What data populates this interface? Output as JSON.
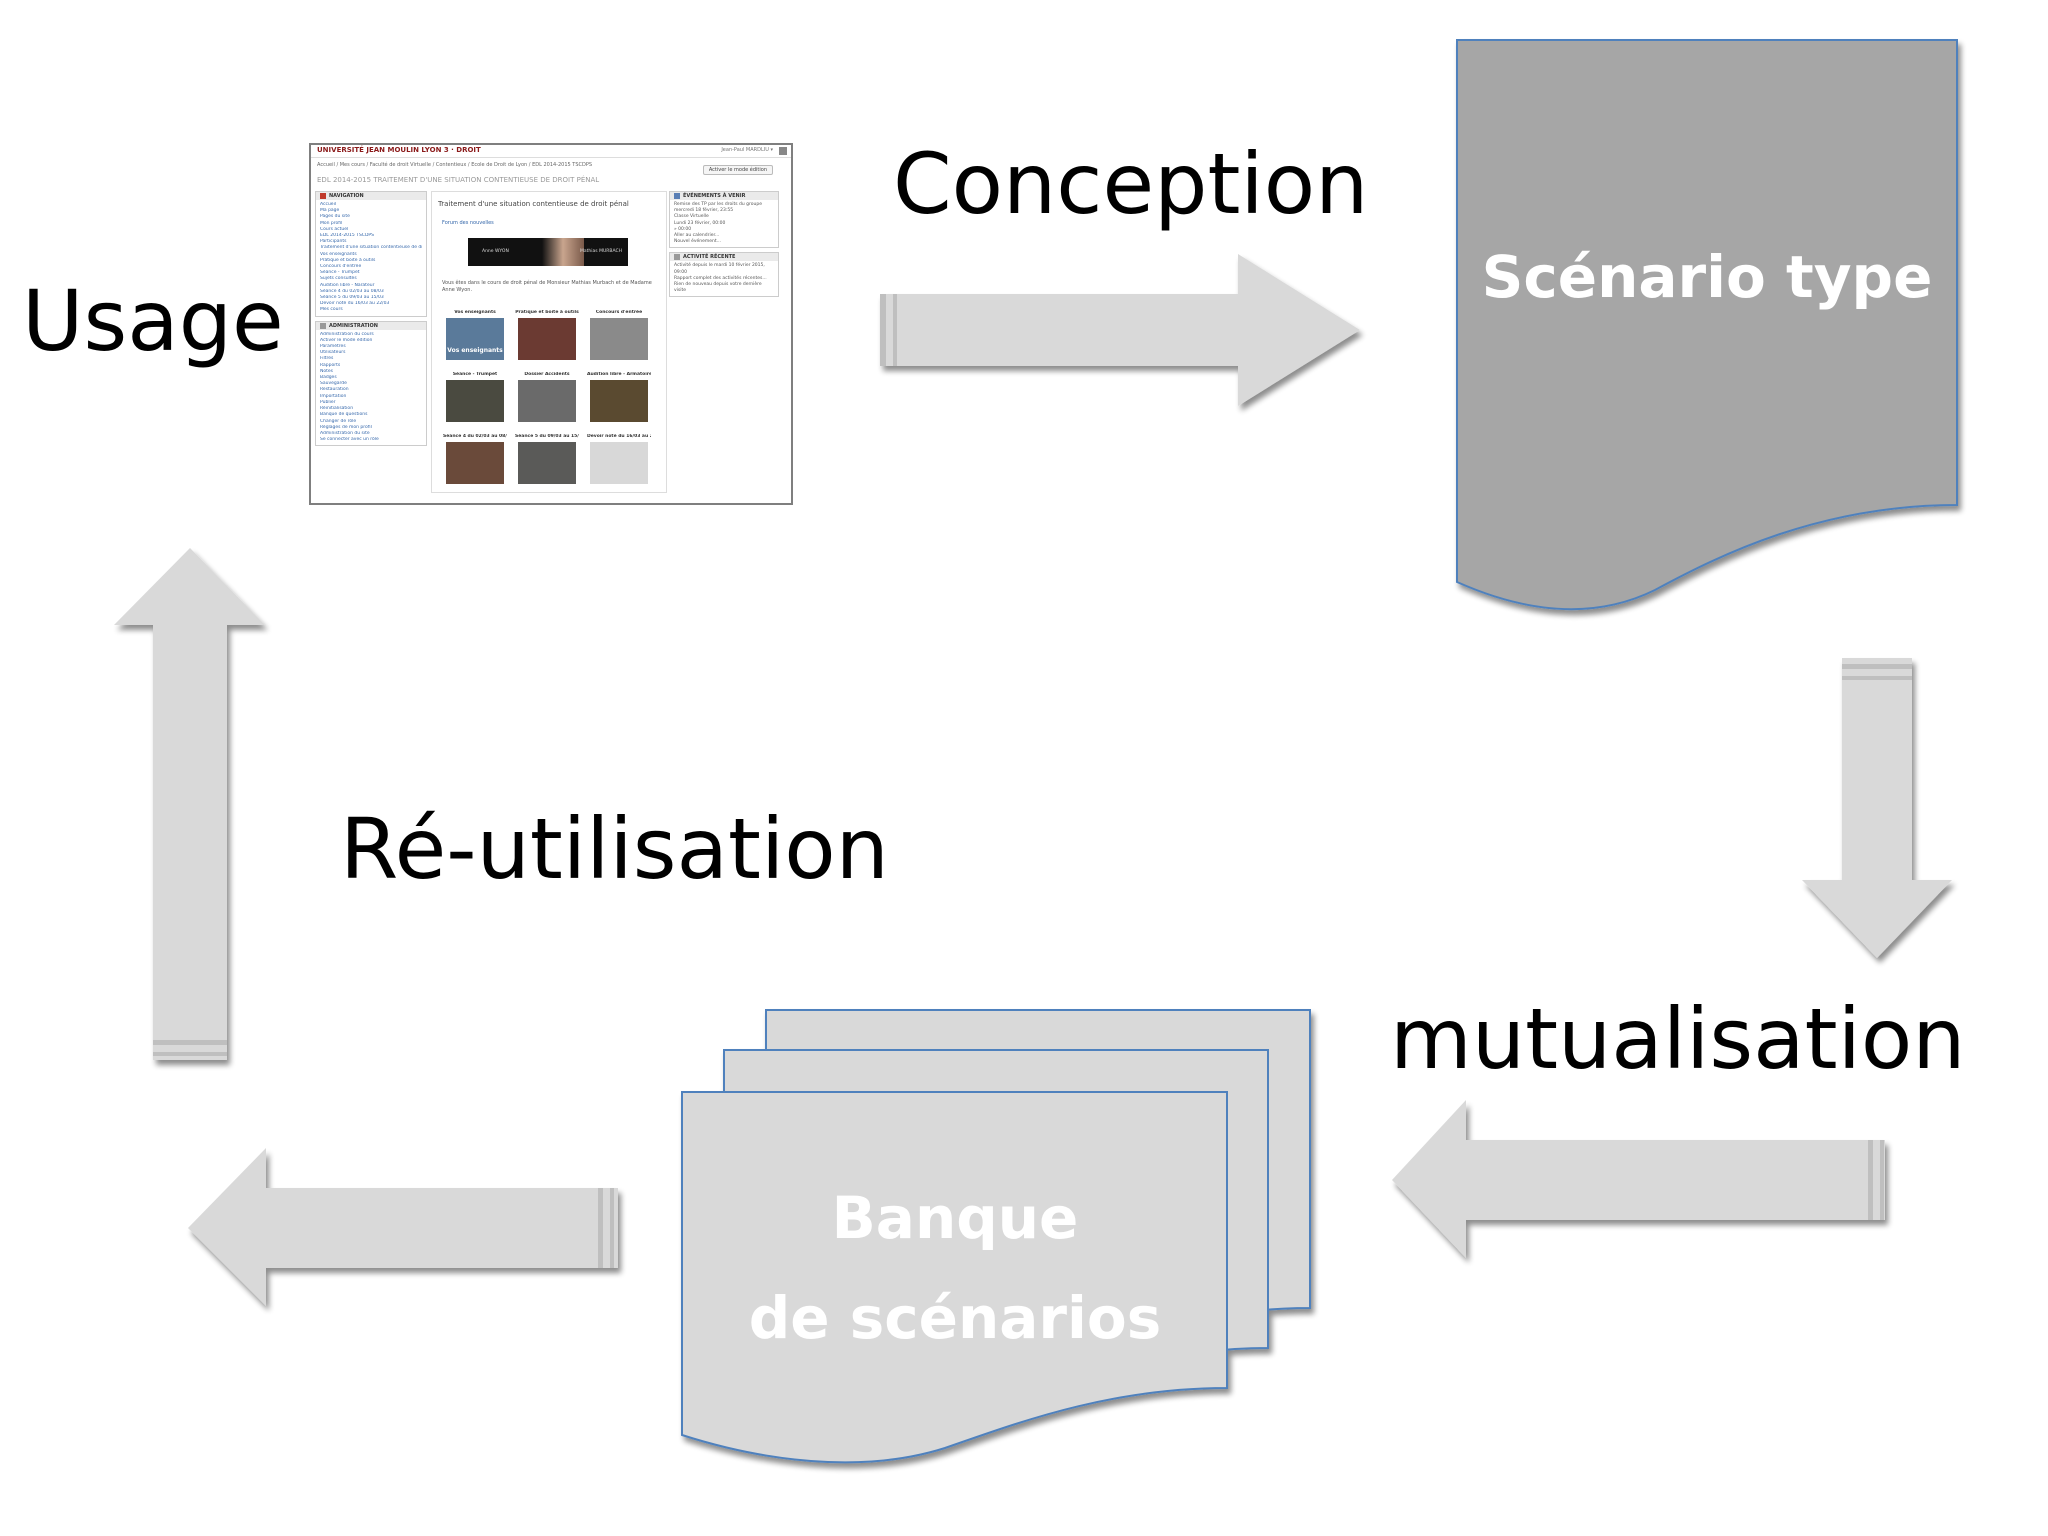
{
  "labels": {
    "usage": "Usage",
    "conception": "Conception",
    "reutilisation": "Ré-utilisation",
    "mutualisation": "mutualisation"
  },
  "documents": {
    "scenario_type": "Scénario type",
    "banque_line1": "Banque",
    "banque_line2": "de scénarios"
  },
  "colors": {
    "arrow_fill": "#d9d9d9",
    "arrow_shadow": "#bfbfbf",
    "scenario_fill": "#a6a6a6",
    "banque_fill": "#d9d9d9",
    "doc_border": "#4f81bd",
    "doc_text": "#ffffff"
  },
  "screenshot": {
    "logo": "UNIVERSITÉ JEAN MOULIN LYON 3 · DROIT",
    "user": "Jean-Paul MARDLIU ▾",
    "breadcrumb": "Accueil / Mes cours / Faculté de droit Virtuelle / Contentieux / Ecole de Droit de Lyon / EDL 2014-2015 TSCDPS",
    "edit_button": "Activer le mode édition",
    "heading": "EDL 2014-2015 TRAITEMENT D'UNE SITUATION CONTENTIEUSE DE DROIT PÉNAL",
    "nav_title": "NAVIGATION",
    "nav_items": [
      "Accueil",
      "Ma page",
      "Pages du site",
      "Mon profil",
      "Cours actuel",
      "EDL 2014-2015 TSCDPS",
      "Participants",
      "Traitement d'une situation contentieuse de droit",
      "Vos enseignants",
      "Pratique et boite à outils",
      "Concours d'entrée",
      "Séance - Trumpet",
      "Sujets consultés",
      "Audition libre - Narateur",
      "Séance 4 du 02/03 au 08/03",
      "Séance 5 du 09/03 au 15/03",
      "Devoir noté du 16/03 au 22/03",
      "Mes cours"
    ],
    "admin_title": "ADMINISTRATION",
    "admin_items": [
      "Administration du cours",
      "Activer le mode édition",
      "Paramètres",
      "Utilisateurs",
      "Filtres",
      "Rapports",
      "Notes",
      "Badges",
      "Sauvegarde",
      "Restauration",
      "Importation",
      "Publier",
      "Réinitialisation",
      "Banque de questions",
      "Changer de rôle",
      "Réglages de mon profil",
      "Administration du site",
      "Se connecter avec un rôle"
    ],
    "course_title": "Traitement d'une situation contentieuse de droit pénal",
    "annonces": "Forum des nouvelles",
    "banner_left": "Anne WYON",
    "banner_right": "Mathias MURBACH",
    "intro": "Vous êtes dans le cours de droit pénal de Monsieur Mathias Murbach et de Madame Anne Wyon.",
    "thumbs": [
      {
        "caption": "Vos enseignants",
        "text": "Vos enseignants"
      },
      {
        "caption": "Pratique et boite à outils",
        "text": ""
      },
      {
        "caption": "Concours d'entrée",
        "text": ""
      },
      {
        "caption": "Séance - Trumpet",
        "text": ""
      },
      {
        "caption": "Dossier Accidents",
        "text": ""
      },
      {
        "caption": "Audition libre - Armatoire",
        "text": ""
      },
      {
        "caption": "Séance 4 du 02/03 au 08/03",
        "text": ""
      },
      {
        "caption": "Séance 5 du 09/03 au 15/03",
        "text": ""
      },
      {
        "caption": "Devoir noté du 16/03 au 22/03",
        "text": ""
      }
    ],
    "events_title": "ÉVÉNEMENTS À VENIR",
    "events_text": [
      "Remise des TP par les droits du groupe",
      "mercredi 18 février, 23:55",
      "Classe Virtuelle",
      "Lundi 23 février, 00:00",
      "» 00:00",
      "Aller au calendrier...",
      "Nouvel événement..."
    ],
    "activity_title": "ACTIVITÉ RÉCENTE",
    "activity_text": [
      "Activité depuis le mardi 10 février 2015, 09:00",
      "Rapport complet des activités récentes...",
      "Rien de nouveau depuis votre dernière visite"
    ]
  }
}
